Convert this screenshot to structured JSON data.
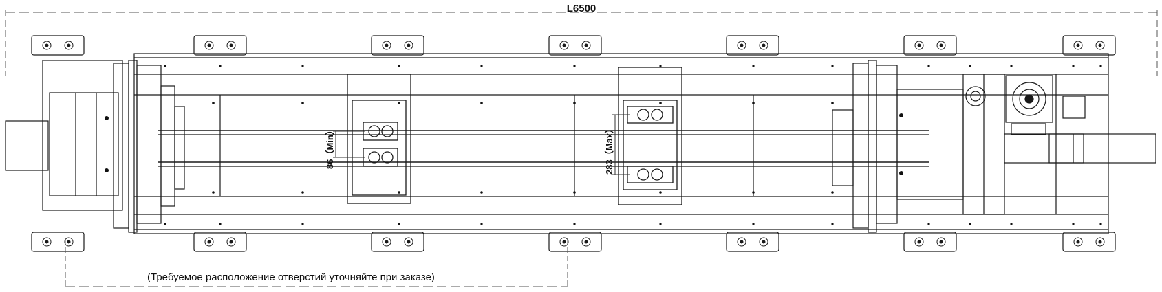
{
  "dimensions": {
    "overall_length": "L6500",
    "min_gap": "86（Min）",
    "max_gap": "283（Max）"
  },
  "notes": {
    "hole_position": "(Требуемое расположение отверстий уточняйте при заказе)"
  },
  "colors": {
    "line": "#1a1a1a",
    "background": "#ffffff"
  },
  "icons": [
    "mounting-bracket-icon",
    "bolt-icon",
    "clamp-pin-icon",
    "servo-motor-icon"
  ]
}
